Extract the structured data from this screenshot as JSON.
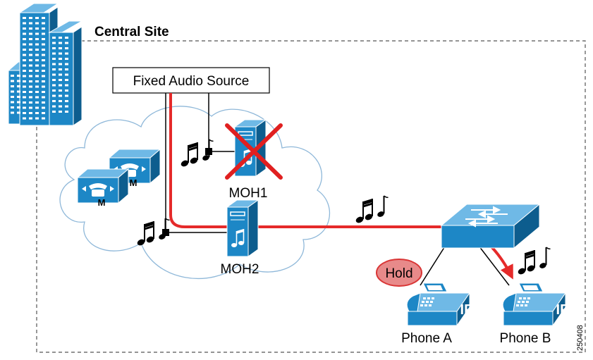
{
  "site": {
    "title": "Central Site"
  },
  "source": {
    "label": "Fixed Audio Source"
  },
  "servers": {
    "moh1": {
      "label": "MOH1",
      "status": "failed"
    },
    "moh2": {
      "label": "MOH2",
      "status": "active"
    }
  },
  "call_managers": {
    "badge": "M"
  },
  "phones": {
    "a": {
      "label": "Phone A",
      "badge": "IP",
      "state_label": "Hold"
    },
    "b": {
      "label": "Phone B",
      "badge": "IP"
    }
  },
  "figure_id": "250408",
  "colors": {
    "device_blue": "#1d87c6",
    "device_dark": "#0d5d8e",
    "stream_red": "#e52a2a",
    "hold_fill": "#e88a8a",
    "hold_stroke": "#d93535",
    "fail_red": "#e02020",
    "cloud_stroke": "#8fb8d9"
  },
  "icons": {
    "building": "building-icon",
    "call_manager": "call-manager-icon",
    "server": "moh-server-icon",
    "switch": "switch-icon",
    "phone": "ip-phone-icon",
    "music": "music-note-icon",
    "failure": "red-x-icon"
  }
}
